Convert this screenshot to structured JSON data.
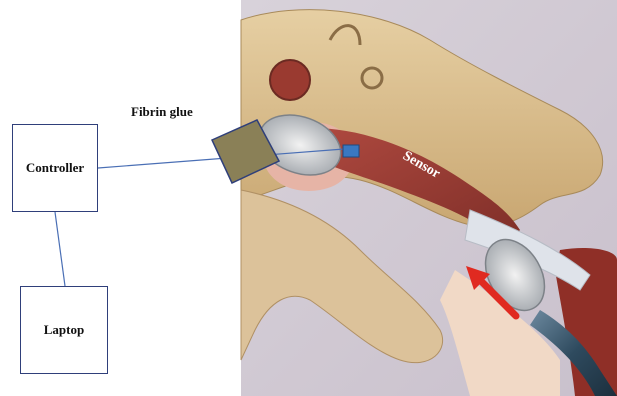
{
  "labels": {
    "fibrin_glue": "Fibrin glue",
    "controller": "Controller",
    "laptop": "Laptop",
    "sensor": "Sensor"
  },
  "colors": {
    "box_border": "#2f3f7a",
    "connector_line": "#4a6fb5",
    "glue_patch": "#8a8057",
    "sensor_chip": "#3a78c2",
    "arrow": "#e02a20",
    "background_gray": "#cfc8d2",
    "tissue_tan": "#d9bc8e",
    "muscle_red": "#a8423a"
  }
}
